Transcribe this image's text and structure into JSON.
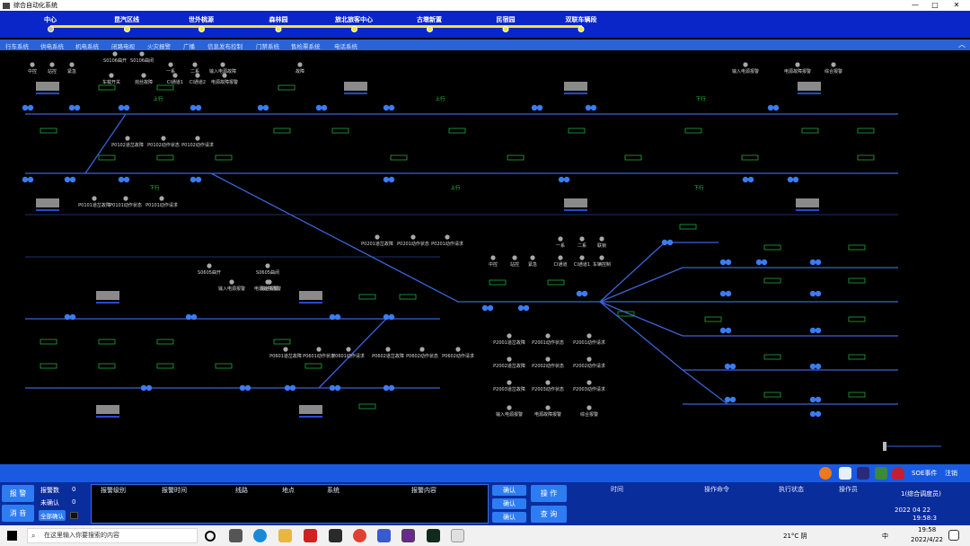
{
  "window": {
    "title": "综合自动化系统",
    "controls": [
      "—",
      "□",
      "✕"
    ]
  },
  "stations": [
    {
      "label": "中心",
      "active": true
    },
    {
      "label": "昆汽区线",
      "active": false
    },
    {
      "label": "世外桃源",
      "active": false
    },
    {
      "label": "森林园",
      "active": false
    },
    {
      "label": "旅北旅客中心",
      "active": false
    },
    {
      "label": "古墩新置",
      "active": false
    },
    {
      "label": "民宿园",
      "active": false
    },
    {
      "label": "双联车辆段",
      "active": false
    }
  ],
  "subsystems": [
    "行车系统",
    "供电系统",
    "机电系统",
    "闭路电视",
    "火灾报警",
    "广播",
    "信息发布控制",
    "门禁系统",
    "售检票系统",
    "电话系统"
  ],
  "colors": {
    "window_bg": "#000000",
    "station_bar": "#0b26c8",
    "track": "#3a63d6",
    "signal_dot": "#3b7cf5",
    "status_ok_box": "#1faa3a",
    "platform": "#8a8a8a",
    "station_line": "#f5e23c"
  },
  "scada": {
    "indicator_texts": [
      "中控",
      "站控",
      "紧急",
      "S0106曲开",
      "S0106曲闭",
      "一系",
      "二系",
      "输入电源故障",
      "车载开关",
      "熔丝故障",
      "CI通道1",
      "CI通道2",
      "电源故障报警",
      "故障",
      "输入电源报警",
      "电源故障报警",
      "综合报警",
      "P0102道岔故障",
      "P0102动作状态",
      "P0102动作请求",
      "P0101道岔故障",
      "P0101动作状态",
      "P0101动作请求",
      "P0201道岔故障",
      "P0201动作状态",
      "P0201动作请求",
      "S0605曲开",
      "S0605曲闭",
      "输入电源报警",
      "熔丝报警",
      "电源故障报警",
      "P0601道岔故障",
      "P0601动作状态",
      "P0601动作请求",
      "P0602道岔故障",
      "P0602动作状态",
      "P0602动作请求",
      "中控",
      "站控",
      "紧急",
      "一系",
      "二系",
      "联锁",
      "CI通道",
      "CI通道1",
      "车辆控制",
      "P2001道岔故障",
      "P2001动作状态",
      "P2001动作请求",
      "P2002道岔故障",
      "P2002动作状态",
      "P2002动作请求",
      "P2003道岔故障",
      "P2003动作状态",
      "P2003动作请求",
      "输入电源报警",
      "电源故障报警",
      "综合报警"
    ],
    "direction_labels": [
      "上行",
      "上行",
      "下行",
      "下行",
      "上行",
      "下行"
    ]
  },
  "statusbar": {
    "soe_label": "SOE事件",
    "logout_label": "注销"
  },
  "alarm": {
    "alarm_button": "报 警",
    "mute_button": "消 音",
    "alarm_total_label": "报警数",
    "alarm_total_value": "0",
    "unconfirmed_label": "未确认",
    "unconfirmed_value": "0",
    "confirm_all_button": "全部确认",
    "columns": [
      "报警级别",
      "报警时间",
      "线路",
      "地点",
      "系统",
      "报警内容"
    ],
    "confirm_buttons": [
      "确认",
      "确认",
      "确认"
    ],
    "operate_button": "操 作",
    "query_button": "查 询"
  },
  "command": {
    "columns": [
      "时间",
      "操作命令",
      "执行状态",
      "操作员"
    ],
    "operator": "1(综合调度员)",
    "date": "2022 04 22",
    "time": "19:58:3"
  },
  "taskbar": {
    "search_placeholder": "在这里输入你要搜索的内容",
    "weather": "21°C 阴",
    "ime": "中",
    "clock_time": "19:58",
    "clock_date": "2022/4/22"
  }
}
